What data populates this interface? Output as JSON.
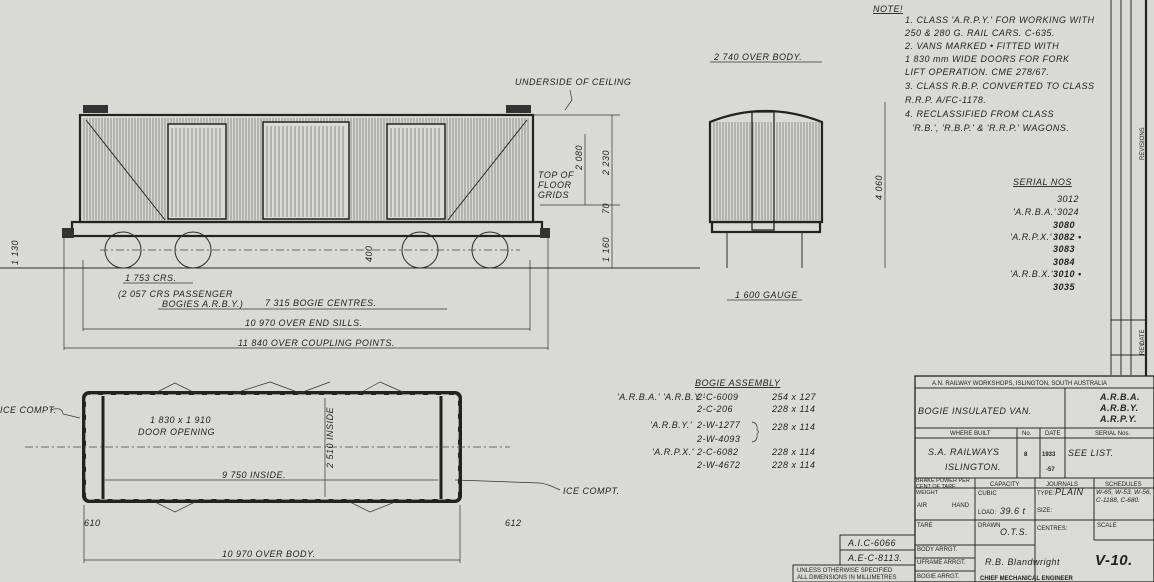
{
  "notes": {
    "heading": "NOTE!",
    "lines": [
      "1. CLASS 'A.R.P.Y.' FOR WORKING WITH",
      "250 & 280 G. RAIL CARS. C-635.",
      "2. VANS MARKED • FITTED WITH",
      "1 830 mm WIDE DOORS FOR FORK",
      "LIFT OPERATION. CME 278/67.",
      "3. CLASS R.B.P. CONVERTED TO CLASS",
      "R.R.P. A/FC-1178.",
      "4. RECLASSIFIED FROM CLASS",
      "'R.B.', 'R.B.P.' & 'R.R.P.' WAGONS."
    ]
  },
  "serials": {
    "heading": "SERIAL NOS",
    "rows": [
      {
        "cls": "",
        "no": "3012"
      },
      {
        "cls": "'A.R.B.A.'",
        "no": "3024"
      },
      {
        "cls": "",
        "no": "3080"
      },
      {
        "cls": "'A.R.P.X.'",
        "no": "3082 •"
      },
      {
        "cls": "",
        "no": "3083"
      },
      {
        "cls": "",
        "no": "3084"
      },
      {
        "cls": "'A.R.B.X.'",
        "no": "3010 •"
      },
      {
        "cls": "",
        "no": "3035"
      }
    ]
  },
  "side_view": {
    "underside_ceiling": "UNDERSIDE OF CEILING",
    "top_floor": [
      "TOP OF",
      "FLOOR",
      "GRIDS"
    ],
    "h_2080": "2 080",
    "h_2230": "2 230",
    "h_70": "70",
    "h_1160": "1 160",
    "h_400": "400",
    "rail_h": "1 130",
    "dim_1753": "1 753 CRS.",
    "dim_2057": "(2 057 CRS PASSENGER",
    "dim_2057b": "BOGIES A.R.B.Y.)",
    "dim_bogie": "7 315 BOGIE CENTRES.",
    "dim_sills": "10 970 OVER END SILLS.",
    "dim_coupling": "11 840 OVER COUPLING POINTS."
  },
  "end_view": {
    "width": "2 740 OVER BODY.",
    "height": "4 060",
    "gauge": "1 600 GAUGE"
  },
  "plan_view": {
    "ice_left": "ICE COMPT.",
    "ice_right": "ICE COMPT.",
    "door": "1 830 x 1 910",
    "door2": "DOOR OPENING",
    "inside_len": "9 750 INSIDE.",
    "inside_w": "2 510 INSIDE",
    "end_l": "610",
    "end_r": "612",
    "over_body": "10 970 OVER BODY."
  },
  "bogie_assembly": {
    "heading": "BOGIE ASSEMBLY",
    "rows": [
      {
        "cls": "'A.R.B.A.' 'A.R.B.Y.'",
        "part": "2-C-6009",
        "size": "254 x 127"
      },
      {
        "cls": "",
        "part": "2-C-206",
        "size": "228 x 114"
      },
      {
        "cls": "'A.R.B.Y.'",
        "part": "2-W-1277",
        "size": "228 x 114"
      },
      {
        "cls": "",
        "part": "2-W-4093",
        "size": ""
      },
      {
        "cls": "'A.R.P.X.'",
        "part": "2-C-6082",
        "size": "228 x 114"
      },
      {
        "cls": "",
        "part": "2-W-4672",
        "size": "228 x 114"
      }
    ]
  },
  "title_block": {
    "works": "A.N. RAILWAY WORKSHOPS, ISLINGTON, SOUTH AUSTRALIA",
    "title": "BOGIE INSULATED VAN.",
    "classes": [
      "A.R.B.A.",
      "A.R.B.Y.",
      "A.R.P.Y."
    ],
    "where_built_label": "WHERE BUILT",
    "no_label": "No.",
    "date_label": "DATE",
    "serial_label": "SERIAL Nos.",
    "where_built": [
      "S.A. RAILWAYS",
      "ISLINGTON."
    ],
    "number": "8",
    "date": [
      "1933",
      "-57"
    ],
    "serial": "SEE LIST.",
    "brake_label": "BRAKE POWER PER CENT OF TARE WEIGHT",
    "capacity_label": "CAPACITY",
    "journals_label": "JOURNALS",
    "schedules_label": "SCHEDULES",
    "air_label": "AIR",
    "hand_label": "HAND",
    "cubic_label": "CUBIC",
    "load_label": "LOAD:",
    "load": "39.6 t",
    "type_label": "TYPE:",
    "type": "PLAIN",
    "size_label": "SIZE:",
    "centres_label": "CENTRES:",
    "schedules": "W-65, W-53, W-56, C-1188, C-680.",
    "tare_label": "TARE",
    "drawn_label": "DRAWN",
    "drawn": "O.T.S.",
    "scale_label": "SCALE",
    "body_label": "BODY ARRGT.",
    "uframe_label": "UFRAME ARRGT.",
    "bogie_label": "BOGIE ARRGT.",
    "ref1": "A.I.C-6066",
    "ref2": "A.E-C-8113.",
    "dims_note": [
      "UNLESS OTHERWISE SPECIFIED",
      "ALL DIMENSIONS IN MILLIMETRES"
    ],
    "engineer": "CHIEF MECHANICAL ENGINEER",
    "signature": "R.B. Blandwright",
    "drawing_no": "V-10."
  },
  "revision": {
    "rev": "REV.",
    "date": "DATE",
    "revisions": "REVISIONS"
  }
}
